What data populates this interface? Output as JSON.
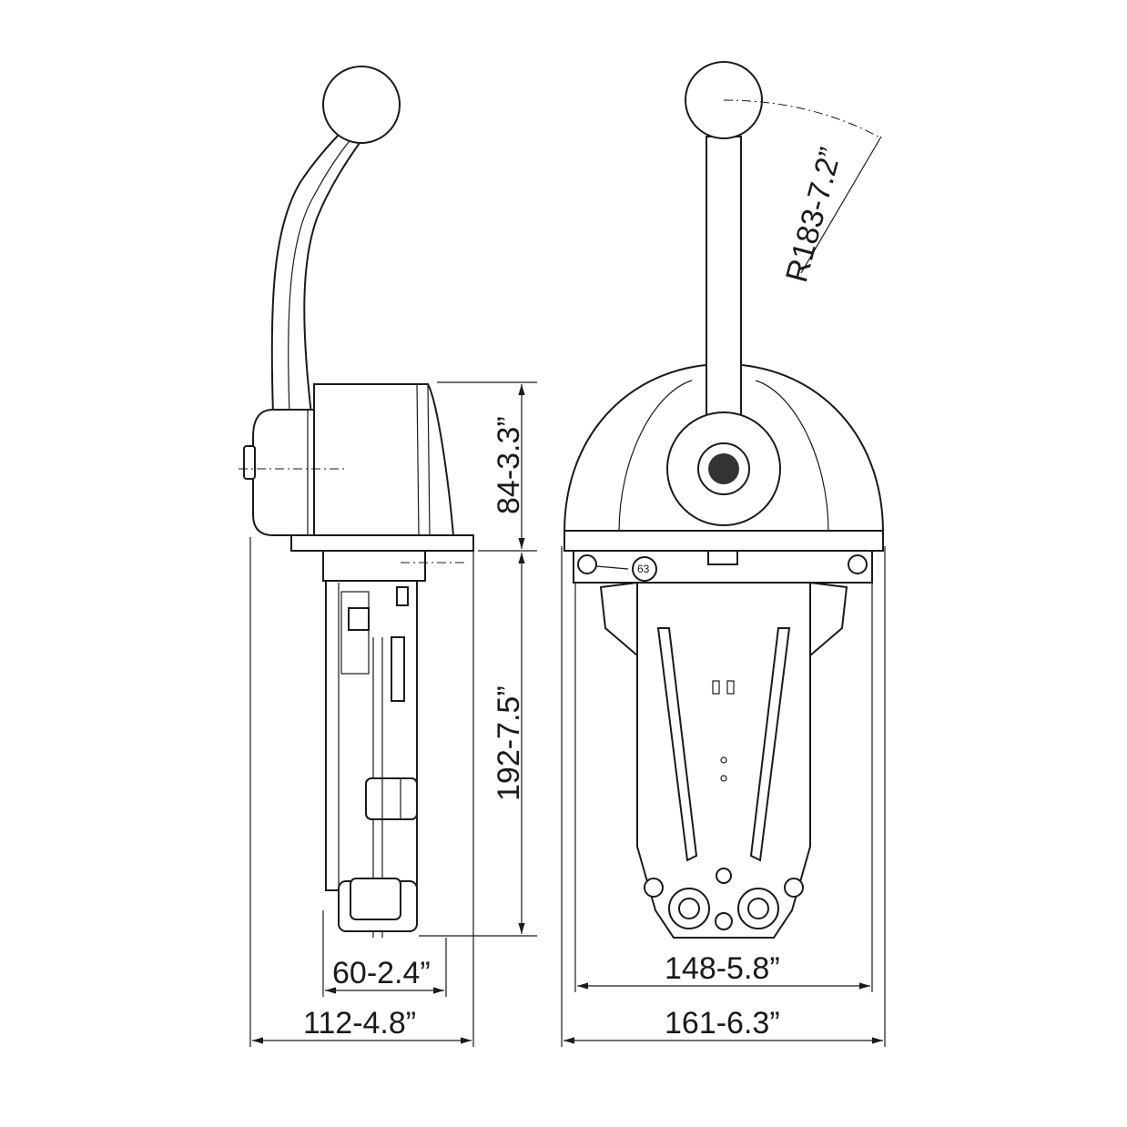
{
  "drawing": {
    "side_view": {
      "height_upper": "84-3.3”",
      "height_lower": "192-7.5”",
      "width_body": "60-2.4”",
      "width_total": "112-4.8”"
    },
    "front_view": {
      "radius": "R183-7.2”",
      "part_ref": "63",
      "width_inner": "148-5.8”",
      "width_total": "161-6.3”"
    },
    "colors": {
      "line": "#1a1a1a",
      "background": "#ffffff"
    }
  }
}
